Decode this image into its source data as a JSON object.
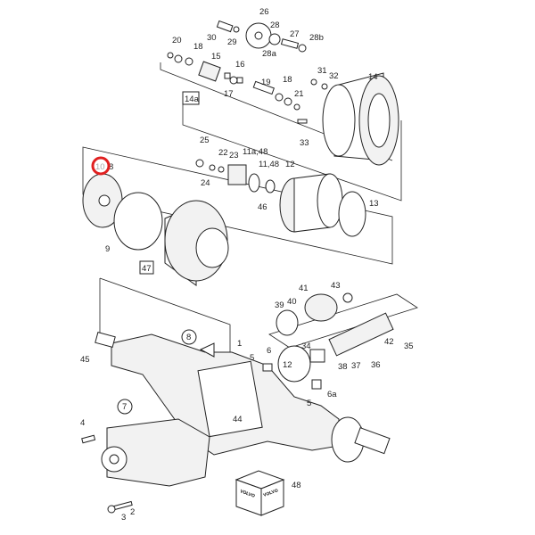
{
  "diagram": {
    "labels": [
      "26",
      "30",
      "29",
      "28",
      "27",
      "28b",
      "28a",
      "20",
      "18",
      "15",
      "16",
      "17",
      "19",
      "18",
      "21",
      "31",
      "32",
      "14",
      "33",
      "25",
      "22",
      "23",
      "11a,48",
      "11,48",
      "12",
      "24",
      "46",
      "13",
      "8",
      "9",
      "41",
      "43",
      "39",
      "40",
      "42",
      "35",
      "36",
      "37",
      "38",
      "34",
      "1",
      "5",
      "6",
      "12",
      "6a",
      "5",
      "45",
      "4",
      "44",
      "48",
      "2",
      "3"
    ],
    "boxed_labels": {
      "group_14a": "14a",
      "group_47": "47"
    },
    "circled_labels": {
      "part_8": "8",
      "part_7": "7"
    },
    "highlighted_label": "10",
    "highlight_color": "#e02020",
    "box_brand": "VOLVO"
  }
}
